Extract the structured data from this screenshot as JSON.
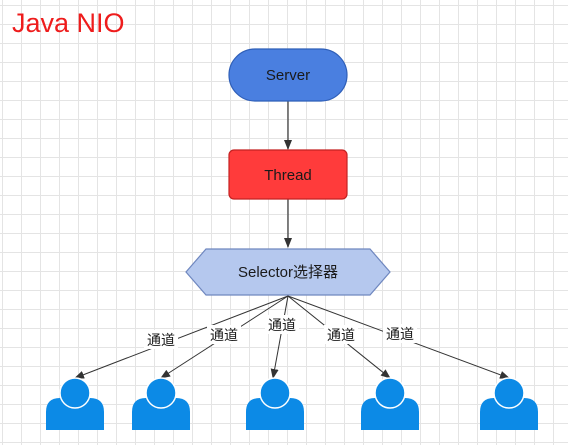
{
  "title": "Java NIO",
  "nodes": {
    "server": {
      "label": "Server",
      "color": "#4a7fe0"
    },
    "thread": {
      "label": "Thread",
      "color": "#ff3b3b"
    },
    "selector": {
      "label": "Selector选择器",
      "color": "#b5c8ee"
    }
  },
  "clients": {
    "count": 5,
    "icon": "user-icon",
    "color": "#0c8ae6"
  },
  "edges": {
    "server_to_thread": "",
    "thread_to_selector": "",
    "channel_label": "通道"
  }
}
